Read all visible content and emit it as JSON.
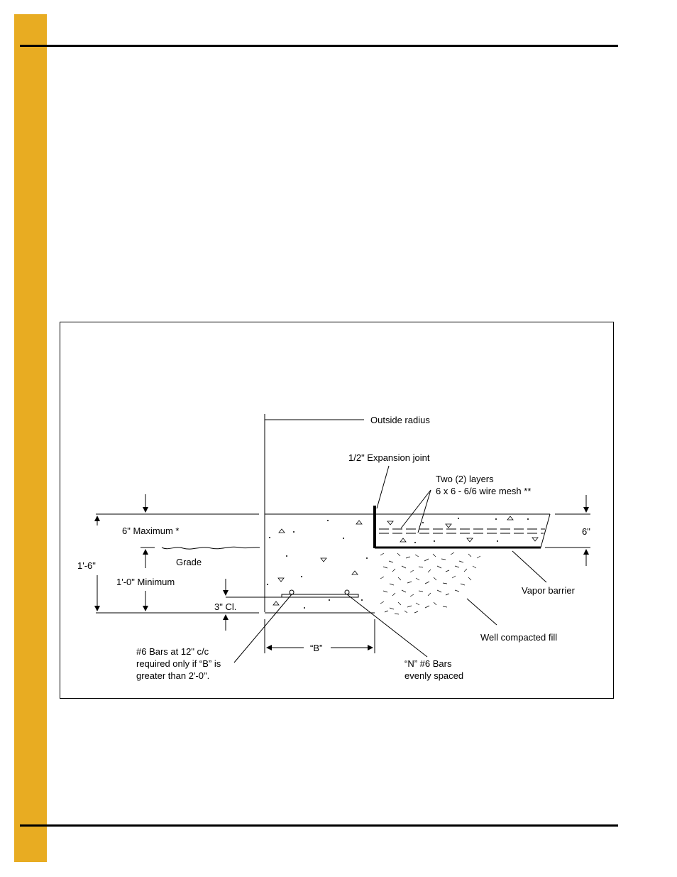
{
  "colors": {
    "accent": "#e8ac22",
    "line": "#000000"
  },
  "diagram": {
    "labels": {
      "outside_radius": "Outside radius",
      "expansion_joint": "1/2\" Expansion joint",
      "mesh_line1": "Two (2) layers",
      "mesh_line2": "6 x 6 - 6/6 wire mesh **",
      "slab_thickness": "6\"",
      "max_height": "6\" Maximum *",
      "grade": "Grade",
      "total_depth": "1'-6\"",
      "min_depth": "1'-0\" Minimum",
      "clearance": "3\" Cl.",
      "vapor_barrier": "Vapor barrier",
      "compacted_fill": "Well compacted fill",
      "width_b": "“B”",
      "bars_note_line1": "#6 Bars at 12\" c/c",
      "bars_note_line2": "required only if “B” is",
      "bars_note_line3": "greater than 2'-0\".",
      "n_bars_line1": "“N” #6 Bars",
      "n_bars_line2": "evenly spaced"
    }
  }
}
